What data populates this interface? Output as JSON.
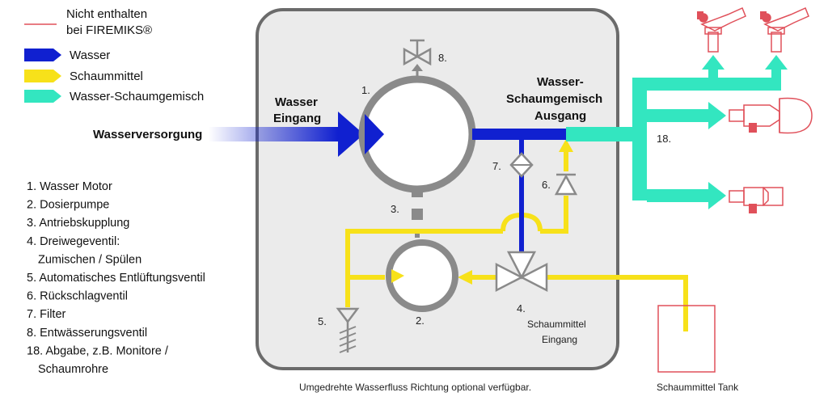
{
  "legend": {
    "not_included_line1": "Nicht enthalten",
    "not_included_line2": "bei FIREMIKS®",
    "water": "Wasser",
    "foam_agent": "Schaummittel",
    "mix": "Wasser-Schaumgemisch"
  },
  "labels": {
    "water_supply": "Wasserversorgung",
    "water_in_line1": "Wasser",
    "water_in_line2": "Eingang",
    "mix_out_line1": "Wasser-",
    "mix_out_line2": "Schaumgemisch",
    "mix_out_line3": "Ausgang",
    "foam_in_line1": "Schaummittel",
    "foam_in_line2": "Eingang",
    "foam_tank": "Schaummittel Tank",
    "footnote": "Umgedrehte Wasserfluss Richtung optional verfügbar."
  },
  "numbers": {
    "n1": "1.",
    "n2": "2.",
    "n3": "3.",
    "n5": "5.",
    "n6": "6.",
    "n7": "7.",
    "n8": "8.",
    "n4": "4.",
    "n18": "18."
  },
  "parts_list": [
    "1. Wasser Motor",
    "2. Dosierpumpe",
    "3. Antriebskupplung",
    "4. Dreiwegeventil:",
    "   Zumischen / Spülen",
    "5. Automatisches Entlüftungsventil",
    "6. Rückschlagventil",
    "7. Filter",
    "8. Entwässerungsventil",
    "18. Abgabe, z.B. Monitore /",
    "    Schaumrohre"
  ],
  "colors": {
    "water": "#1020d0",
    "foam": "#f7e11a",
    "mix": "#33e6c0",
    "not_included": "#e0505a",
    "device_outline": "#6b6b6b",
    "device_fill": "#ebebeb"
  }
}
